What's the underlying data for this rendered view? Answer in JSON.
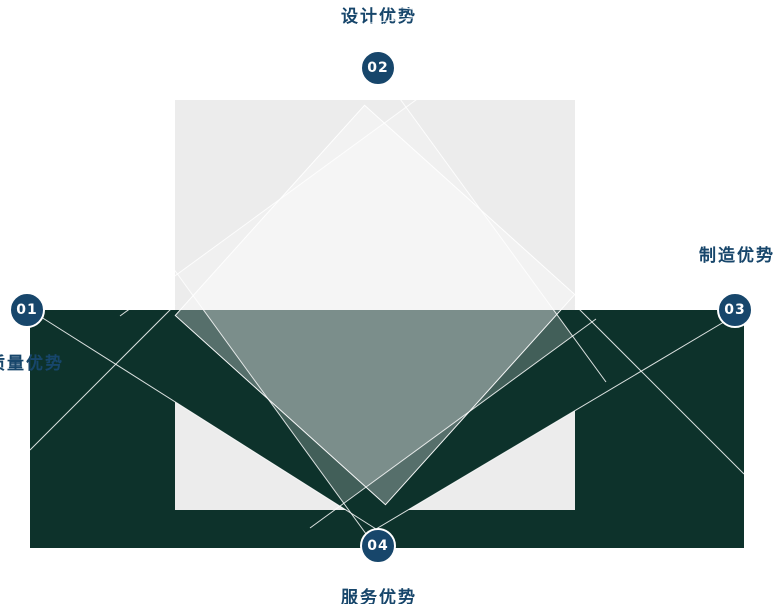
{
  "colors": {
    "navy": "#17466b",
    "band": "#0d322b",
    "gray": "#ececec"
  },
  "diagram": {
    "labels": {
      "top": "设计优势",
      "right": "制造优势",
      "left": "质量优势",
      "bottom": "服务优势"
    },
    "badges": [
      {
        "number": "01"
      },
      {
        "number": "02"
      },
      {
        "number": "03"
      },
      {
        "number": "04"
      }
    ]
  }
}
